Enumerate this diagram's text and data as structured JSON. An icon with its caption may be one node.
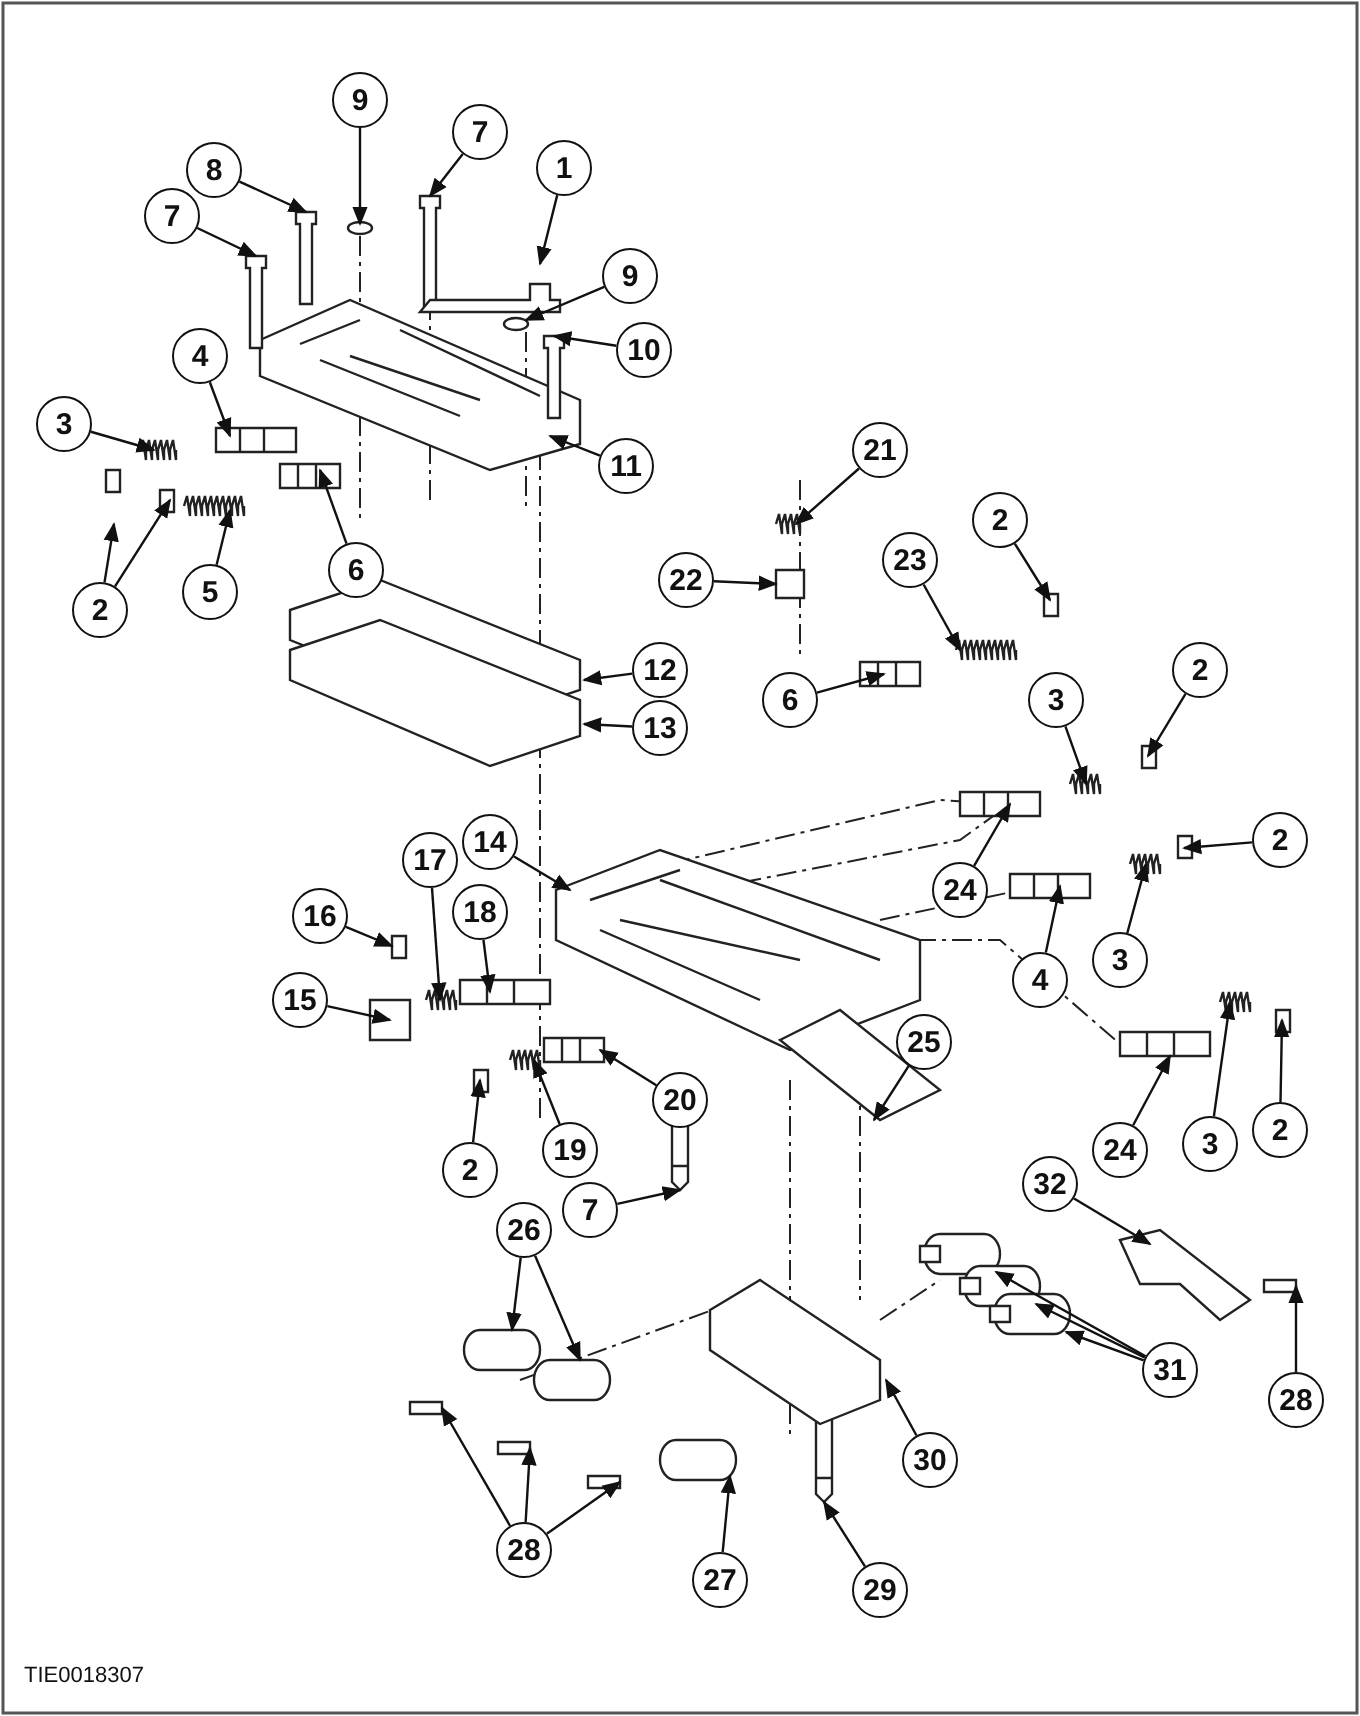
{
  "diagram": {
    "nodes": [
      {
        "text": [
          "9"
        ]
      },
      {
        "text": [
          "7"
        ]
      },
      {
        "text": [
          "1"
        ]
      },
      {
        "text": [
          "8"
        ]
      },
      {
        "text": [
          "7"
        ]
      },
      {
        "text": [
          "9"
        ]
      },
      {
        "text": [
          "10"
        ]
      },
      {
        "text": [
          "11"
        ]
      },
      {
        "text": [
          "3"
        ]
      },
      {
        "text": [
          "4"
        ]
      },
      {
        "text": [
          "2"
        ]
      },
      {
        "text": [
          "5"
        ]
      },
      {
        "text": [
          "6"
        ]
      },
      {
        "text": [
          "21"
        ]
      },
      {
        "text": [
          "22"
        ]
      },
      {
        "text": [
          "2"
        ]
      },
      {
        "text": [
          "23"
        ]
      },
      {
        "text": [
          "6"
        ]
      },
      {
        "text": [
          "12"
        ]
      },
      {
        "text": [
          "13"
        ]
      },
      {
        "text": [
          "2"
        ]
      },
      {
        "text": [
          "3"
        ]
      },
      {
        "text": [
          "24"
        ]
      },
      {
        "text": [
          "14"
        ]
      },
      {
        "text": [
          "2"
        ]
      },
      {
        "text": [
          "3"
        ]
      },
      {
        "text": [
          "4"
        ]
      },
      {
        "text": [
          "16"
        ]
      },
      {
        "text": [
          "17"
        ]
      },
      {
        "text": [
          "18"
        ]
      },
      {
        "text": [
          "15"
        ]
      },
      {
        "text": [
          "2"
        ]
      },
      {
        "text": [
          "24"
        ]
      },
      {
        "text": [
          "3"
        ]
      },
      {
        "text": [
          "19"
        ]
      },
      {
        "text": [
          "20"
        ]
      },
      {
        "text": [
          "2"
        ]
      },
      {
        "text": [
          "25"
        ]
      },
      {
        "text": [
          "7"
        ]
      },
      {
        "text": [
          "32"
        ]
      },
      {
        "text": [
          "31"
        ]
      },
      {
        "text": [
          "26"
        ]
      },
      {
        "text": [
          "28"
        ]
      },
      {
        "text": [
          "30"
        ]
      },
      {
        "text": [
          "28"
        ]
      },
      {
        "text": [
          "27"
        ]
      },
      {
        "text": [
          "29"
        ]
      }
    ],
    "edges": [
      {
        "from": 0,
        "to": null,
        "arrow": "to"
      },
      {
        "from": 1,
        "to": null,
        "arrow": "to"
      },
      {
        "from": 2,
        "to": null,
        "arrow": "to"
      },
      {
        "from": 3,
        "to": null,
        "arrow": "to"
      },
      {
        "from": 4,
        "to": null,
        "arrow": "to"
      },
      {
        "from": 5,
        "to": null,
        "arrow": "to"
      },
      {
        "from": 6,
        "to": null,
        "arrow": "to"
      },
      {
        "from": 7,
        "to": null,
        "arrow": "to"
      },
      {
        "from": 8,
        "to": null,
        "arrow": "to"
      },
      {
        "from": 9,
        "to": null,
        "arrow": "to"
      },
      {
        "from": 10,
        "to": null,
        "arrow": "to"
      },
      {
        "from": 10,
        "to": null,
        "arrow": "to"
      },
      {
        "from": 11,
        "to": null,
        "arrow": "to"
      },
      {
        "from": 12,
        "to": null,
        "arrow": "to"
      },
      {
        "from": 13,
        "to": null,
        "arrow": "to"
      },
      {
        "from": 14,
        "to": null,
        "arrow": "to"
      },
      {
        "from": 15,
        "to": null,
        "arrow": "to"
      },
      {
        "from": 16,
        "to": null,
        "arrow": "to"
      },
      {
        "from": 17,
        "to": null,
        "arrow": "to"
      },
      {
        "from": 18,
        "to": null,
        "arrow": "to"
      },
      {
        "from": 19,
        "to": null,
        "arrow": "to"
      },
      {
        "from": 20,
        "to": null,
        "arrow": "to"
      },
      {
        "from": 21,
        "to": null,
        "arrow": "to"
      },
      {
        "from": 22,
        "to": null,
        "arrow": "to"
      },
      {
        "from": 23,
        "to": null,
        "arrow": "to"
      },
      {
        "from": 24,
        "to": null,
        "arrow": "to"
      },
      {
        "from": 25,
        "to": null,
        "arrow": "to"
      },
      {
        "from": 26,
        "to": null,
        "arrow": "to"
      },
      {
        "from": 27,
        "to": null,
        "arrow": "to"
      },
      {
        "from": 28,
        "to": null,
        "arrow": "to"
      },
      {
        "from": 29,
        "to": null,
        "arrow": "to"
      },
      {
        "from": 30,
        "to": null,
        "arrow": "to"
      },
      {
        "from": 31,
        "to": null,
        "arrow": "to"
      },
      {
        "from": 32,
        "to": null,
        "arrow": "to"
      },
      {
        "from": 33,
        "to": null,
        "arrow": "to"
      },
      {
        "from": 34,
        "to": null,
        "arrow": "to"
      },
      {
        "from": 35,
        "to": null,
        "arrow": "to"
      },
      {
        "from": 36,
        "to": null,
        "arrow": "to"
      },
      {
        "from": 37,
        "to": null,
        "arrow": "to"
      },
      {
        "from": 38,
        "to": null,
        "arrow": "to"
      },
      {
        "from": 39,
        "to": null,
        "arrow": "to"
      },
      {
        "from": 40,
        "to": null,
        "arrow": "to"
      },
      {
        "from": 40,
        "to": null,
        "arrow": "to"
      },
      {
        "from": 40,
        "to": null,
        "arrow": "to"
      },
      {
        "from": 41,
        "to": null,
        "arrow": "to"
      },
      {
        "from": 41,
        "to": null,
        "arrow": "to"
      },
      {
        "from": 42,
        "to": null,
        "arrow": "to"
      },
      {
        "from": 43,
        "to": null,
        "arrow": "to"
      },
      {
        "from": 44,
        "to": null,
        "arrow": "to"
      },
      {
        "from": 44,
        "to": null,
        "arrow": "to"
      },
      {
        "from": 44,
        "to": null,
        "arrow": "to"
      },
      {
        "from": 45,
        "to": null,
        "arrow": "to"
      },
      {
        "from": 46,
        "to": null,
        "arrow": "to"
      }
    ],
    "labels": [
      "TIE0018307"
    ]
  }
}
